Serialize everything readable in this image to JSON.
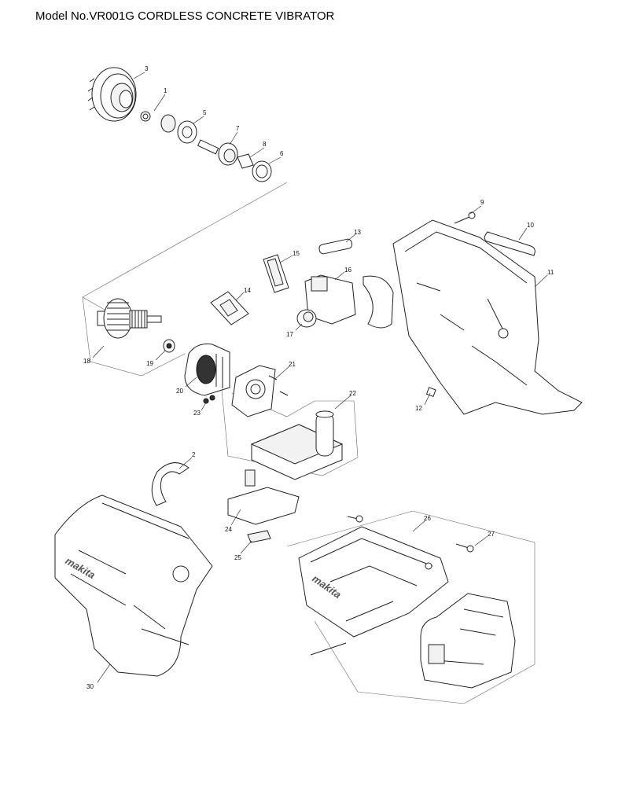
{
  "title": "Model No.VR001G CORDLESS CONCRETE VIBRATOR",
  "parts": [
    {
      "ref": "1"
    },
    {
      "ref": "2"
    },
    {
      "ref": "3"
    },
    {
      "ref": "5"
    },
    {
      "ref": "6"
    },
    {
      "ref": "7"
    },
    {
      "ref": "8"
    },
    {
      "ref": "9"
    },
    {
      "ref": "10"
    },
    {
      "ref": "11"
    },
    {
      "ref": "12"
    },
    {
      "ref": "13"
    },
    {
      "ref": "14"
    },
    {
      "ref": "15"
    },
    {
      "ref": "16"
    },
    {
      "ref": "17"
    },
    {
      "ref": "18"
    },
    {
      "ref": "19"
    },
    {
      "ref": "20"
    },
    {
      "ref": "21"
    },
    {
      "ref": "22"
    },
    {
      "ref": "23"
    },
    {
      "ref": "24"
    },
    {
      "ref": "25"
    },
    {
      "ref": "26"
    },
    {
      "ref": "27"
    },
    {
      "ref": "30"
    }
  ],
  "housing_logo": "makita"
}
